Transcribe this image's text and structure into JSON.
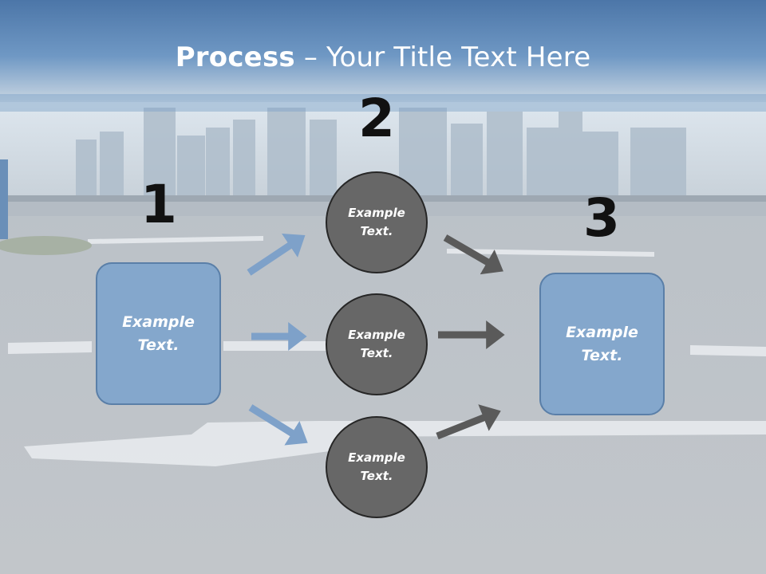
{
  "slide": {
    "title_bold": "Process",
    "title_rest": " – Your Title Text Here"
  },
  "steps": {
    "one": {
      "number": "1",
      "text": "Example Text."
    },
    "two": {
      "number": "2"
    },
    "three": {
      "number": "3",
      "text": "Example Text."
    }
  },
  "circles": [
    {
      "text": "Example Text."
    },
    {
      "text": "Example Text."
    },
    {
      "text": "Example Text."
    }
  ],
  "colors": {
    "box_fill": "#84a7cc",
    "box_border": "#5a7fa8",
    "circle_fill": "#676767",
    "circle_border": "#262626",
    "arrow_in": "#7ea1c9",
    "arrow_out": "#5a5a5a",
    "header": "#5a83b4"
  }
}
